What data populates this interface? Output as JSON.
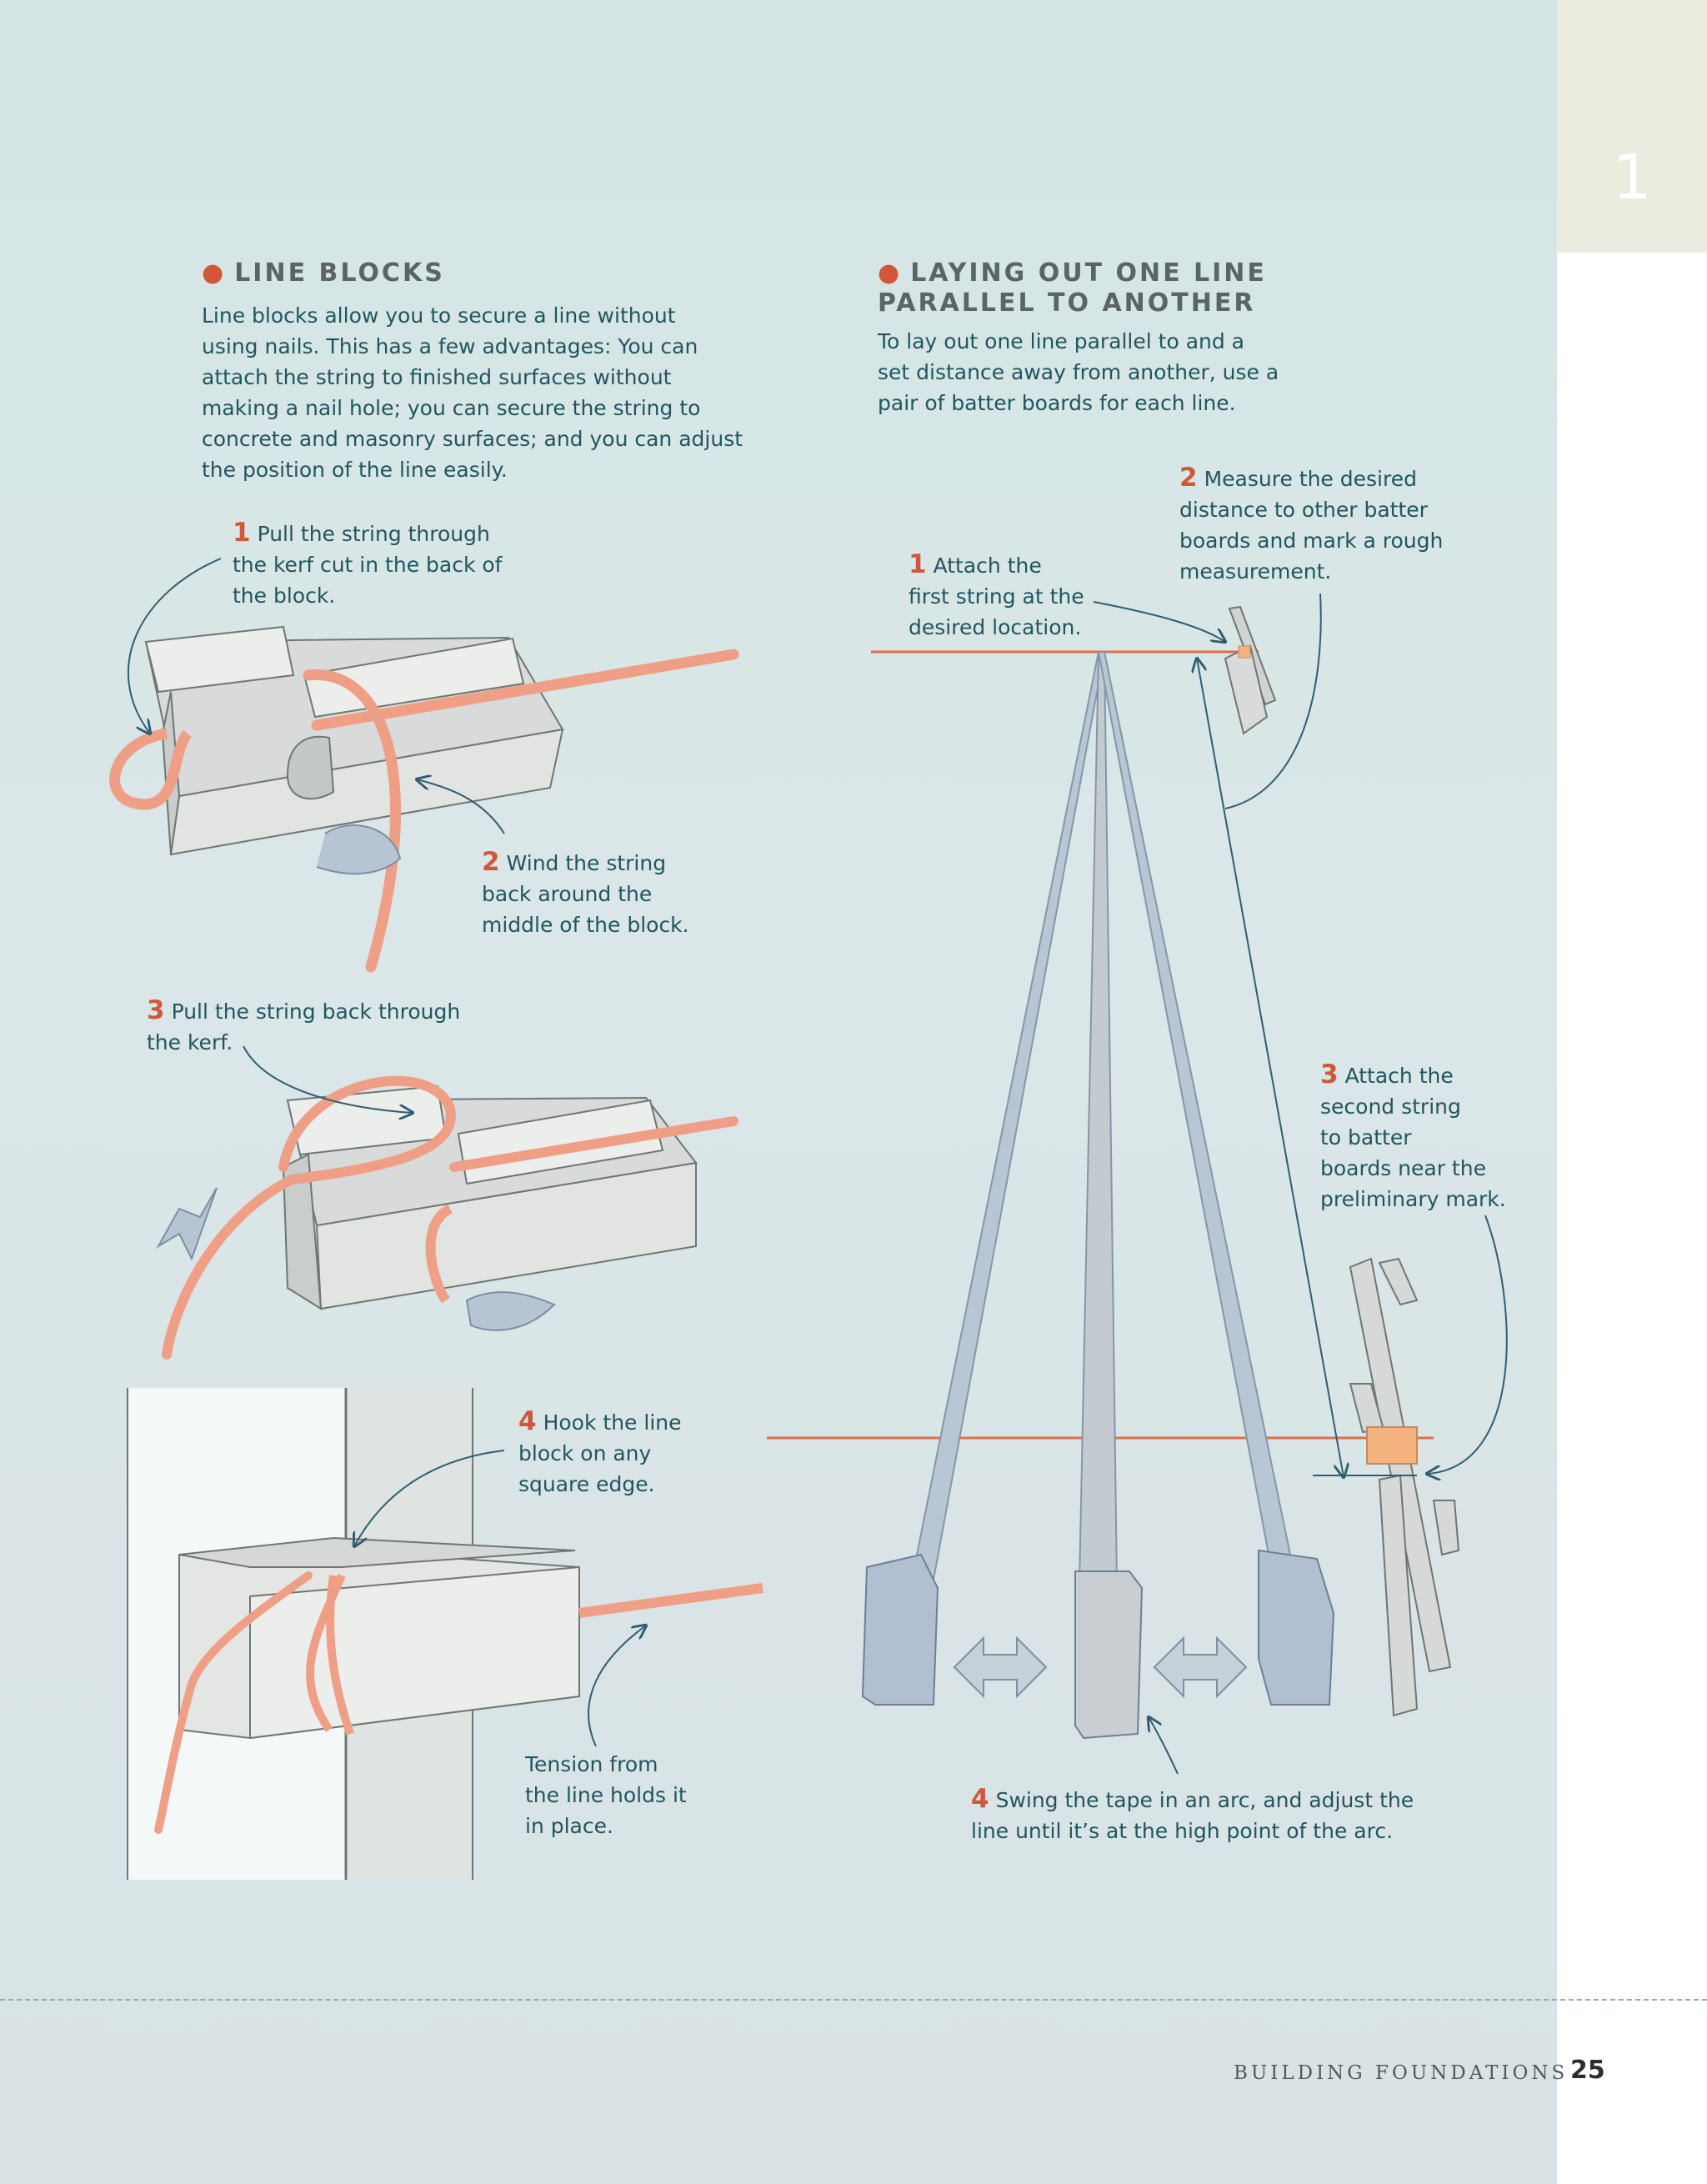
{
  "chapter_tab": {
    "number": "1"
  },
  "line_blocks": {
    "heading": "LINE BLOCKS",
    "body": [
      "Line blocks allow you to secure a line without",
      "using nails. This has a few advantages: You can",
      "attach the string to finished surfaces without",
      "making a nail hole; you can secure the string to",
      "concrete and masonry surfaces; and you can adjust",
      "the position of the line easily."
    ],
    "steps": [
      {
        "num": "1",
        "lines": [
          "Pull the string through",
          "the kerf cut in the back of",
          "the block."
        ]
      },
      {
        "num": "2",
        "lines": [
          "Wind the string",
          "back around the",
          "middle of the block."
        ]
      },
      {
        "num": "3",
        "lines": [
          "Pull the string back through",
          "the kerf."
        ]
      },
      {
        "num": "4",
        "lines": [
          "Hook the line",
          "block on any",
          "square edge."
        ]
      }
    ],
    "tension_note": [
      "Tension from",
      "the line holds it",
      "in place."
    ]
  },
  "parallel_line": {
    "heading_lines": [
      "LAYING OUT ONE LINE",
      "PARALLEL TO ANOTHER"
    ],
    "body": [
      "To lay out one line parallel to and a",
      "set distance away from another, use a",
      "pair of batter boards for each line."
    ],
    "steps": [
      {
        "num": "1",
        "lines": [
          "Attach the",
          "first string at the",
          "desired location."
        ]
      },
      {
        "num": "2",
        "lines": [
          "Measure the desired",
          "distance to other batter",
          "boards and mark a rough",
          "measurement."
        ]
      },
      {
        "num": "3",
        "lines": [
          "Attach the",
          "second string",
          "to batter",
          "boards near the",
          "preliminary mark."
        ]
      },
      {
        "num": "4",
        "lines": [
          "Swing the tape in an arc, and adjust the",
          "line until it’s at the high point of the arc."
        ]
      }
    ]
  },
  "colors": {
    "accent": "#d2573a",
    "body_text": "#21565f",
    "heading": "#5d6466",
    "string": "#f0a08a",
    "background": "#d6e4e5"
  },
  "footer": {
    "section": "BUILDING FOUNDATIONS",
    "page_number": "25"
  }
}
